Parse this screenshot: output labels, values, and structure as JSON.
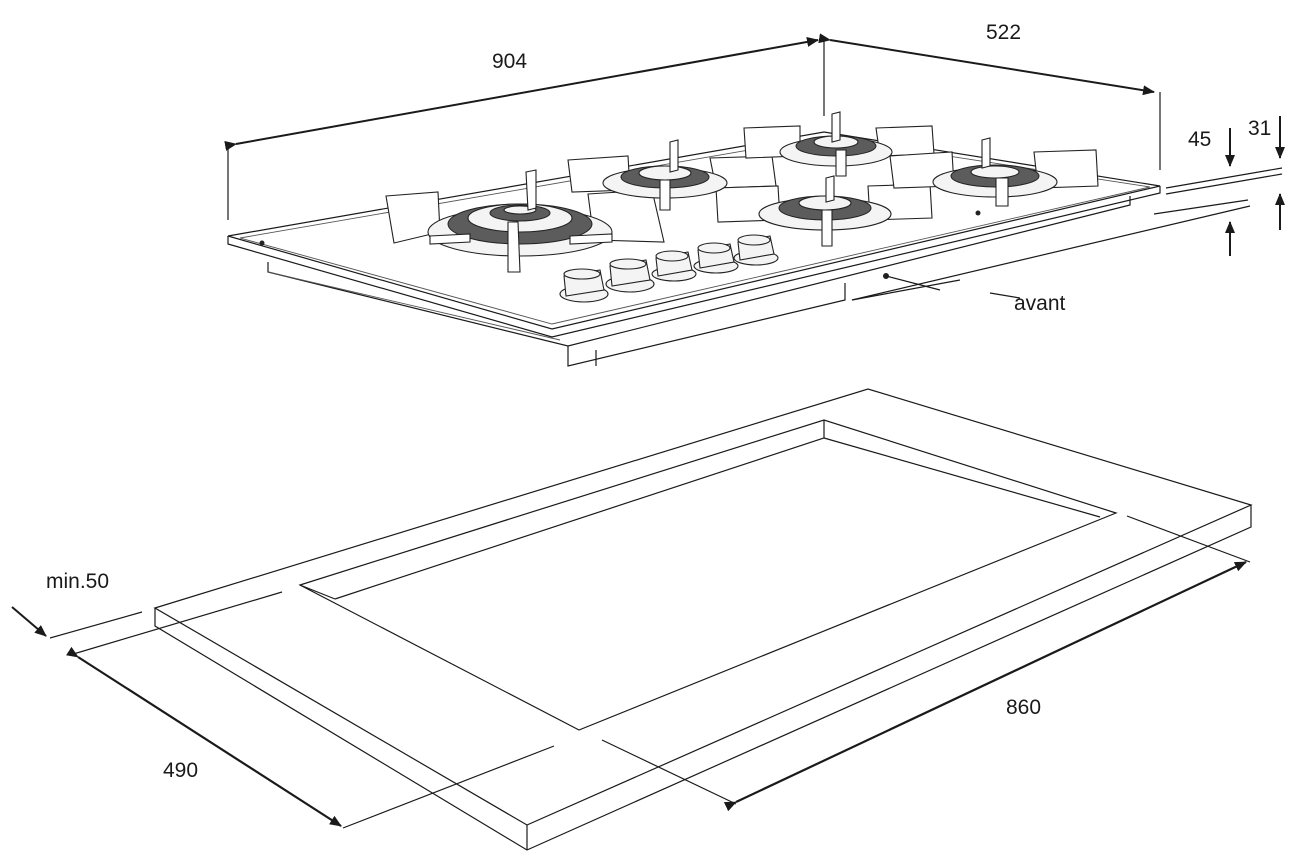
{
  "diagram": {
    "dimensions": {
      "hob_width": "904",
      "hob_depth": "522",
      "hob_height_total": "45",
      "hob_height_top": "31",
      "cutout_width": "860",
      "cutout_depth": "490",
      "min_margin": "min.50"
    },
    "labels": {
      "front": "avant"
    },
    "colors": {
      "line": "#1a1a1a",
      "background": "#ffffff"
    }
  }
}
